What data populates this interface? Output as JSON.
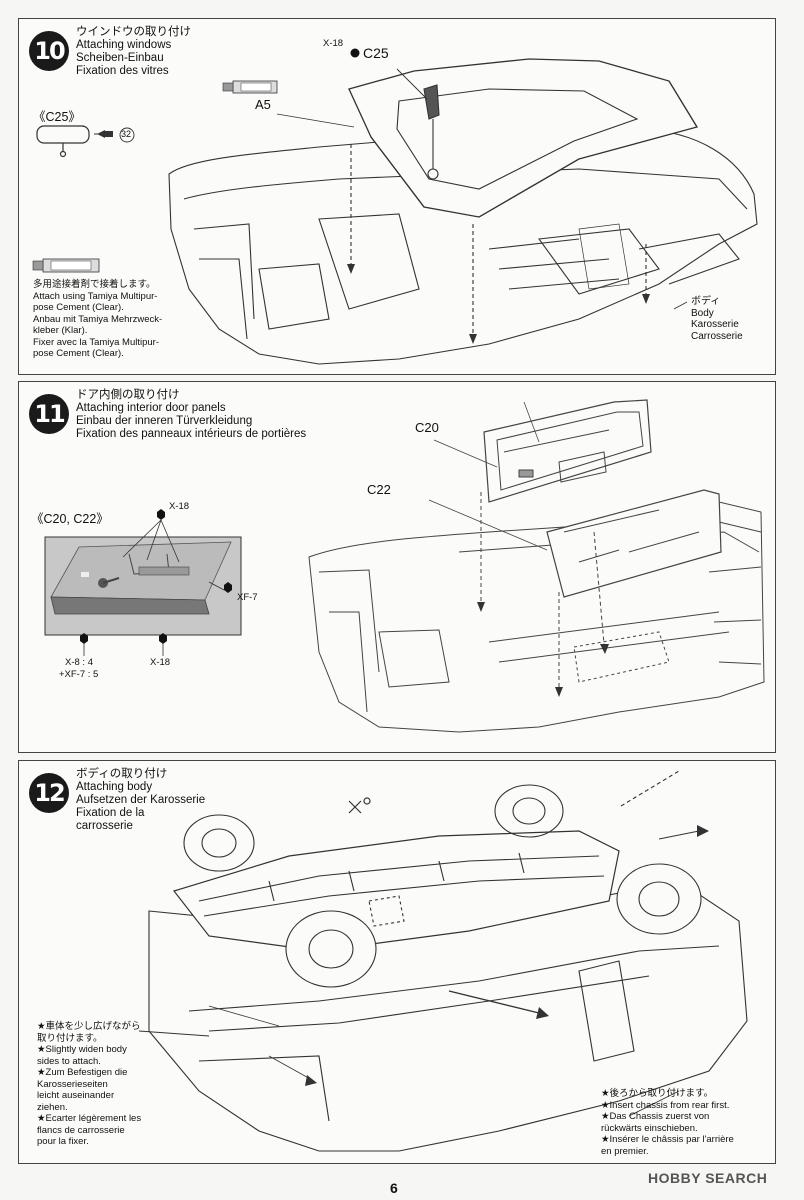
{
  "steps": [
    {
      "number": "10",
      "title_jp": "ウインドウの取り付け",
      "title_en": "Attaching windows",
      "title_de": "Scheiben-Einbau",
      "title_fr": "Fixation des vitres",
      "labels": {
        "screw": "X-18",
        "part_c25": "C25",
        "part_a5": "A5",
        "detail_c25": "《C25》",
        "arrow_num": "32",
        "body_jp": "ボディ",
        "body_en": "Body",
        "body_de": "Karosserie",
        "body_fr": "Carrosserie"
      },
      "cement_note": [
        "多用途接着剤で接着します。",
        "Attach using Tamiya Multipur-",
        "pose Cement (Clear).",
        "Anbau mit Tamiya Mehrzweck-",
        "kleber (Klar).",
        "Fixer avec la Tamiya Multipur-",
        "pose Cement (Clear)."
      ]
    },
    {
      "number": "11",
      "title_jp": "ドア内側の取り付け",
      "title_en": "Attaching interior door panels",
      "title_de": "Einbau der inneren Türverkleidung",
      "title_fr": "Fixation des panneaux intérieurs de portières",
      "labels": {
        "part_c20": "C20",
        "part_c22": "C22",
        "detail": "《C20, C22》",
        "screw_x18_top": "X-18",
        "screw_xf7": "XF-7",
        "paint_mix_1": "X-8 : 4",
        "paint_mix_2": "+XF-7 : 5",
        "screw_x18_bottom": "X-18"
      }
    },
    {
      "number": "12",
      "title_jp": "ボディの取り付け",
      "title_en": "Attaching body",
      "title_de": "Aufsetzen der Karosserie",
      "title_fr": "Fixation de la",
      "title_fr2": "carrosserie",
      "note_left": [
        "★車体を少し広げながら",
        "取り付けます。",
        "★Slightly widen body",
        "sides to attach.",
        "★Zum Befestigen die",
        "Karosserieseiten",
        "leicht auseinander",
        "ziehen.",
        "★Ecarter légèrement les",
        "flancs de carrosserie",
        "pour la fixer."
      ],
      "note_right": [
        "★後ろから取り付けます。",
        "★Insert chassis from rear first.",
        "★Das Chassis zuerst von",
        "rückwärts einschieben.",
        "★Insérer le châssis par l'arrière",
        "en premier."
      ]
    }
  ],
  "page_number": "6",
  "watermark": "HOBBY SEARCH"
}
